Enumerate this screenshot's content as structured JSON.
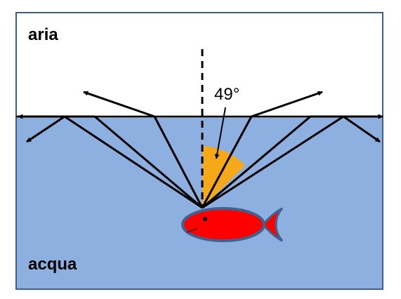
{
  "labels": {
    "air": "aria",
    "water": "acqua",
    "critical_angle": "49°"
  },
  "colors": {
    "air": "#ffffff",
    "water": "#8eb0e0",
    "border": "#3f5f8a",
    "angle_fill": "#f5a818",
    "fish_body": "#ff0000",
    "fish_outline": "#3f6290",
    "rays": "#000000"
  }
}
